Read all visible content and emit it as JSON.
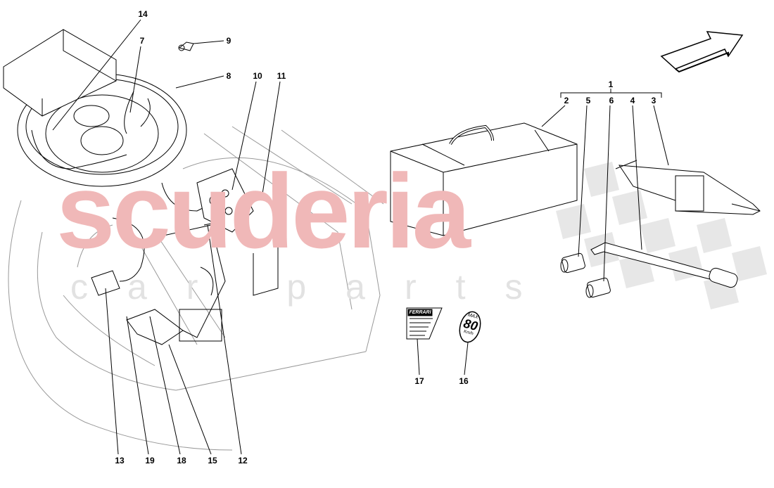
{
  "watermark": {
    "main": "scuderia",
    "sub": "car parts",
    "color": "#e7a3a3"
  },
  "callouts": [
    {
      "id": "c14",
      "text": "14"
    },
    {
      "id": "c7",
      "text": "7"
    },
    {
      "id": "c9",
      "text": "9"
    },
    {
      "id": "c8",
      "text": "8"
    },
    {
      "id": "c10",
      "text": "10"
    },
    {
      "id": "c11",
      "text": "11"
    },
    {
      "id": "c13",
      "text": "13"
    },
    {
      "id": "c19",
      "text": "19"
    },
    {
      "id": "c18",
      "text": "18"
    },
    {
      "id": "c15",
      "text": "15"
    },
    {
      "id": "c12",
      "text": "12"
    },
    {
      "id": "c1",
      "text": "1"
    },
    {
      "id": "c2",
      "text": "2"
    },
    {
      "id": "c5",
      "text": "5"
    },
    {
      "id": "c6",
      "text": "6"
    },
    {
      "id": "c4",
      "text": "4"
    },
    {
      "id": "c3",
      "text": "3"
    },
    {
      "id": "c17",
      "text": "17"
    },
    {
      "id": "c16",
      "text": "16"
    }
  ],
  "speed_sticker": {
    "top": "MAX",
    "value": "80",
    "unit": "Km/h"
  },
  "manual_label": {
    "brand": "FERRARI"
  },
  "icons": [
    "direction-arrow-icon",
    "checkered-flag-icon"
  ]
}
